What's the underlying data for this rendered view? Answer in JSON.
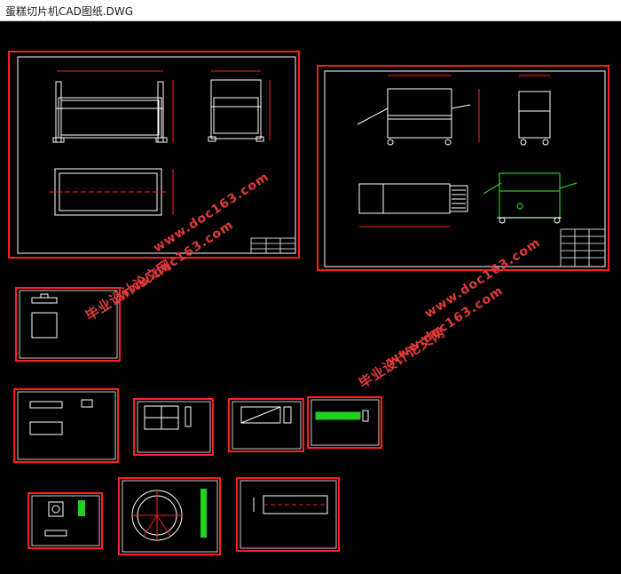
{
  "window": {
    "title": "蛋糕切片机CAD图纸.DWG"
  },
  "watermark": {
    "cn_text": "毕业设计论文网",
    "url_text": "www.doc163.com",
    "color": "#e23a3a"
  },
  "colors": {
    "background": "#000000",
    "frame": "#ff1f1f",
    "line": "#ffffff",
    "accent_green": "#22d022"
  },
  "sheets": [
    {
      "id": "assembly-frame-sheet"
    },
    {
      "id": "machine-assembly-sheet"
    },
    {
      "id": "part-sheet-1"
    },
    {
      "id": "part-sheet-2"
    },
    {
      "id": "part-sheet-3"
    },
    {
      "id": "part-sheet-4"
    },
    {
      "id": "part-sheet-5"
    },
    {
      "id": "part-sheet-6"
    },
    {
      "id": "blade-disc-sheet"
    },
    {
      "id": "part-sheet-8"
    }
  ]
}
